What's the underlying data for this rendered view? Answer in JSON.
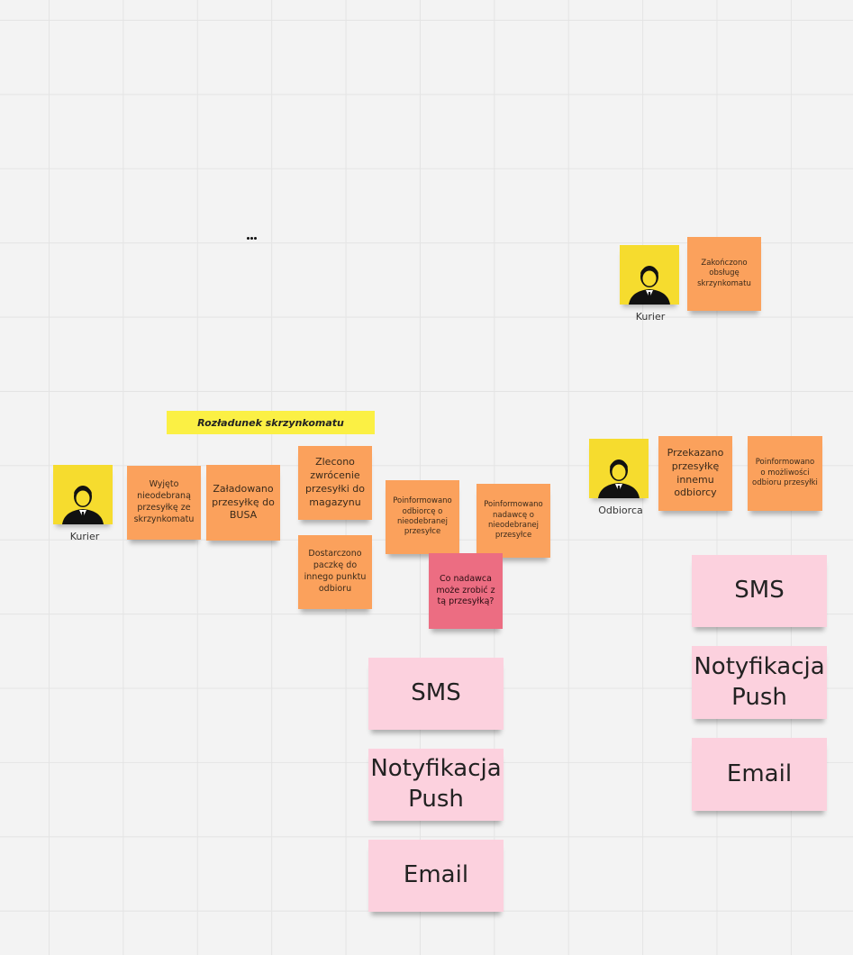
{
  "board": {
    "banner": "Rozładunek skrzynkomatu",
    "more_icon": "more-horizontal-icon",
    "actors": [
      {
        "label": "Kurier",
        "icon": "person-icon"
      },
      {
        "label": "Kurier",
        "icon": "person-icon"
      },
      {
        "label": "Odbiorca",
        "icon": "person-icon"
      }
    ],
    "notes": {
      "wyjeto": "Wyjęto nieodebraną przesyłkę ze skrzynkomatu",
      "zaladowano": "Załadowano przesyłkę do BUSA",
      "zlecono": "Zlecono zwrócenie przesyłki do magazynu",
      "dostarczono": "Dostarczono paczkę do innego punktu odbioru",
      "poinf_odbiorce": "Poinformowano odbiorcę o nieodebranej przesyłce",
      "poinf_nadawce": "Poinformowano nadawcę o nieodebranej przesyłce",
      "co_nadawca": "Co nadawca może zrobić z tą przesyłką?",
      "zakonczono": "Zakończono obsługę skrzynkomatu",
      "przekazano": "Przekazano przesyłkę innemu odbiorcy",
      "poinf_mozliwosci": "Poinformowano o możliwości odbioru przesyłki"
    },
    "channels_left": [
      "SMS",
      "Notyfikacja Push",
      "Email"
    ],
    "channels_right": [
      "SMS",
      "Notyfikacja Push",
      "Email"
    ]
  },
  "colors": {
    "background": "#f3f3f3",
    "orange_note": "#fba15c",
    "red_note": "#ec6d82",
    "pink_note": "#fcd1de",
    "yellow_avatar": "#f6dc2e",
    "banner": "#fbf044"
  }
}
